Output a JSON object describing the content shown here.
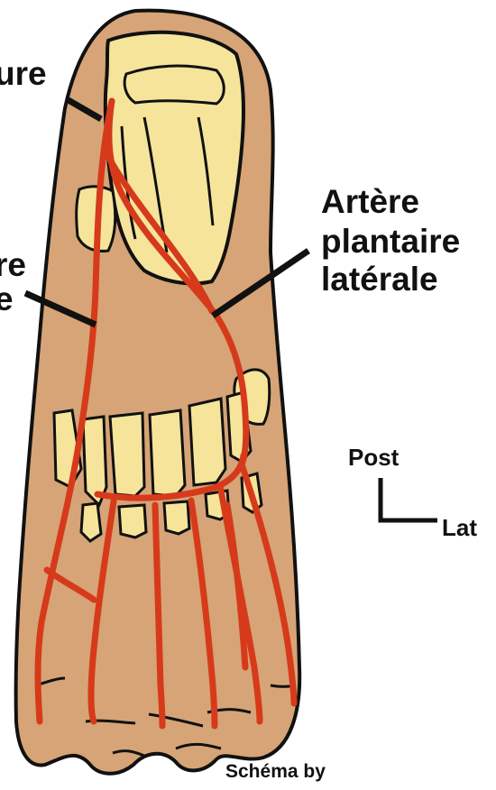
{
  "labels": {
    "medial_fragment_1": "ure",
    "medial_fragment_2": "re",
    "medial_fragment_3": "e",
    "lateral_line_1": "Artère",
    "lateral_line_2": "plantaire",
    "lateral_line_3": "latérale"
  },
  "orientation": {
    "posterior": "Post",
    "lateral": "Lat"
  },
  "credit": {
    "text": "Schéma by"
  },
  "colors": {
    "skin": "#d6a476",
    "bone": "#f6e49b",
    "artery": "#d63a1b",
    "outline": "#111111",
    "background": "#ffffff"
  }
}
